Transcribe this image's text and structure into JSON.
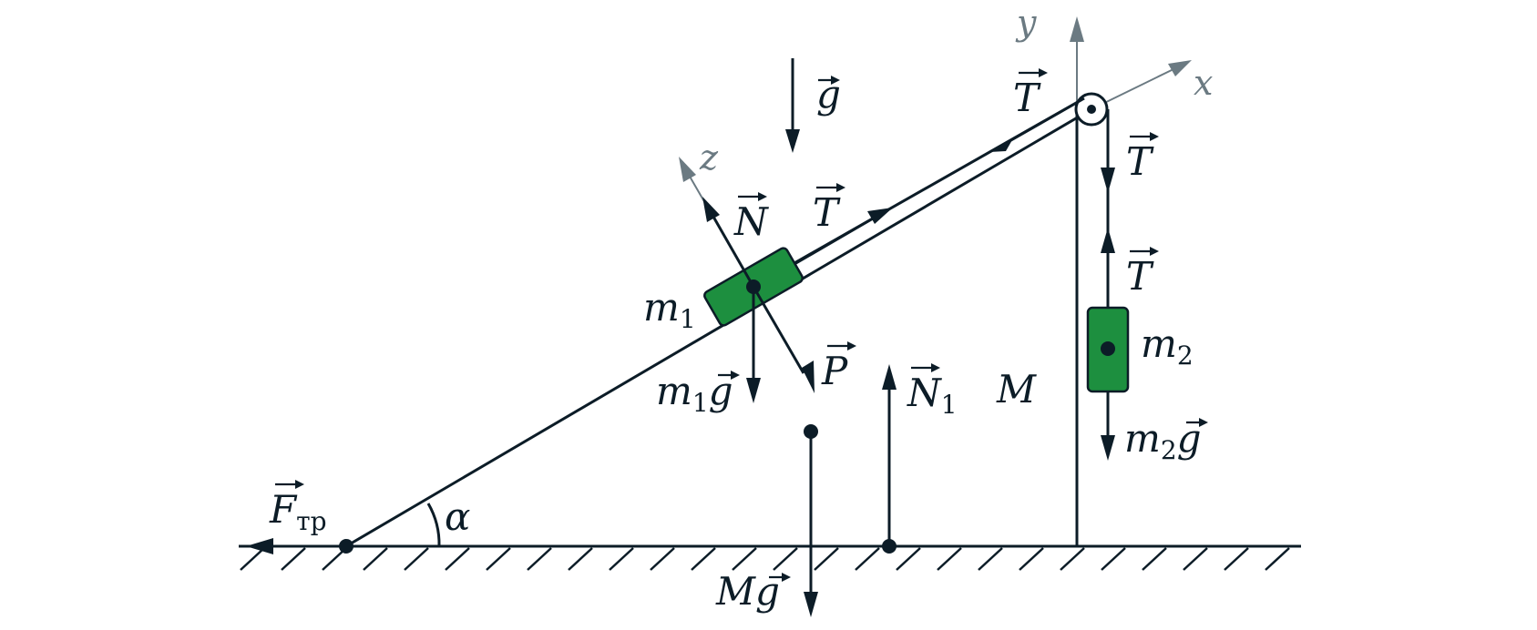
{
  "labels": {
    "g": "g",
    "T": "T",
    "N": "N",
    "P": "P",
    "N1": "N",
    "N1_sub": "1",
    "M": "M",
    "m1": "m",
    "m1_sub": "1",
    "m2": "m",
    "m2_sub": "2",
    "m1g": "m",
    "m1g_sub": "1",
    "m1g_g": "g",
    "m2g": "m",
    "m2g_sub": "2",
    "m2g_g": "g",
    "Mg": "M",
    "Mg_g": "g",
    "Ftr": "F",
    "Ftr_sub": "тр",
    "alpha": "α"
  },
  "axes": {
    "x": "x",
    "y": "y",
    "z": "z"
  },
  "colors": {
    "ink": "#0c1c27",
    "block": "#1d8f3f",
    "axis": "#6b7a82"
  }
}
